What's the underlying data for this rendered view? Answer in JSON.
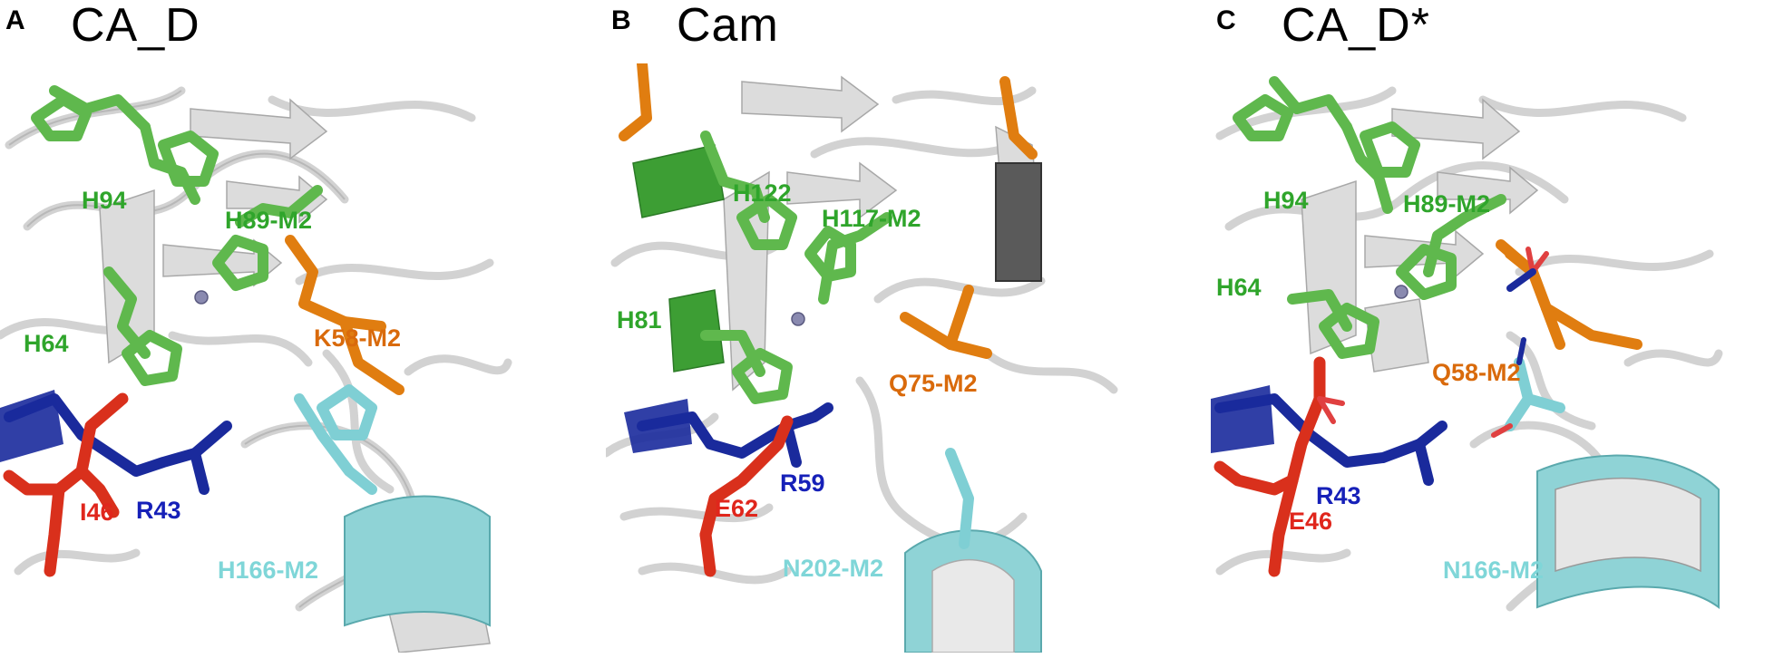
{
  "colors": {
    "green": "#2fa52b",
    "orange": "#d96a0b",
    "red": "#e0261c",
    "blue": "#1620b8",
    "cyan": "#7fd6d8",
    "stick_green": "#5fb84d",
    "stick_orange": "#e07d10",
    "stick_red": "#d9301c",
    "stick_blue": "#1a2a9c",
    "stick_cyan": "#7fcfd4",
    "ribbon": "#e6e6e6",
    "ribbon_edge": "#9c9c9c"
  },
  "panels": [
    {
      "letter": "A",
      "title": "CA_D",
      "labels": {
        "his1": "H94",
        "his2": "H89-M2",
        "his3": "H64",
        "orange": "K58-M2",
        "red": "I46",
        "blue": "R43",
        "cyan": "H166-M2"
      }
    },
    {
      "letter": "B",
      "title": "Cam",
      "labels": {
        "his1": "H122",
        "his2": "H117-M2",
        "his3": "H81",
        "orange": "Q75-M2",
        "red": "E62",
        "blue": "R59",
        "cyan": "N202-M2"
      }
    },
    {
      "letter": "C",
      "title": "CA_D*",
      "labels": {
        "his1": "H94",
        "his2": "H89-M2",
        "his3": "H64",
        "orange": "Q58-M2",
        "red": "E46",
        "blue": "R43",
        "cyan": "N166-M2"
      }
    }
  ]
}
